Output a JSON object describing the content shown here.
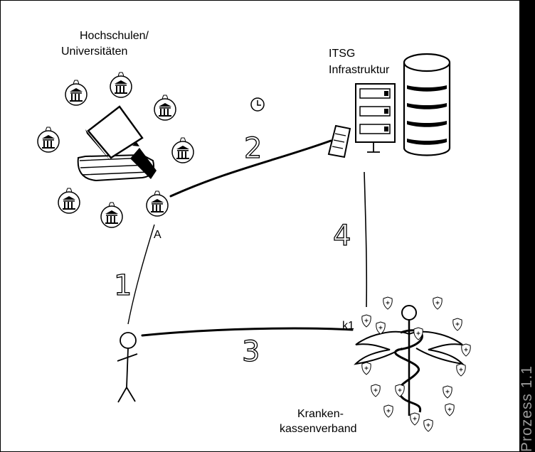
{
  "sidebar": {
    "label": "Prozess 1.1"
  },
  "labels": {
    "hochschulen_line1": "Hochschulen/",
    "hochschulen_line2": "Universitäten",
    "itsg_line1": "ITSG",
    "itsg_line2": "Infrastruktur",
    "kranken_line1": "Kranken-",
    "kranken_line2": "kassenverband",
    "node_a": "A",
    "node_k1": "k1"
  },
  "steps": [
    "1",
    "2",
    "3",
    "4"
  ],
  "icons": [
    "university-icon",
    "book-stack-icon",
    "clock-icon",
    "server-rack-icon",
    "database-icon",
    "document-icon",
    "person-icon",
    "caduceus-icon",
    "shield-icon"
  ]
}
